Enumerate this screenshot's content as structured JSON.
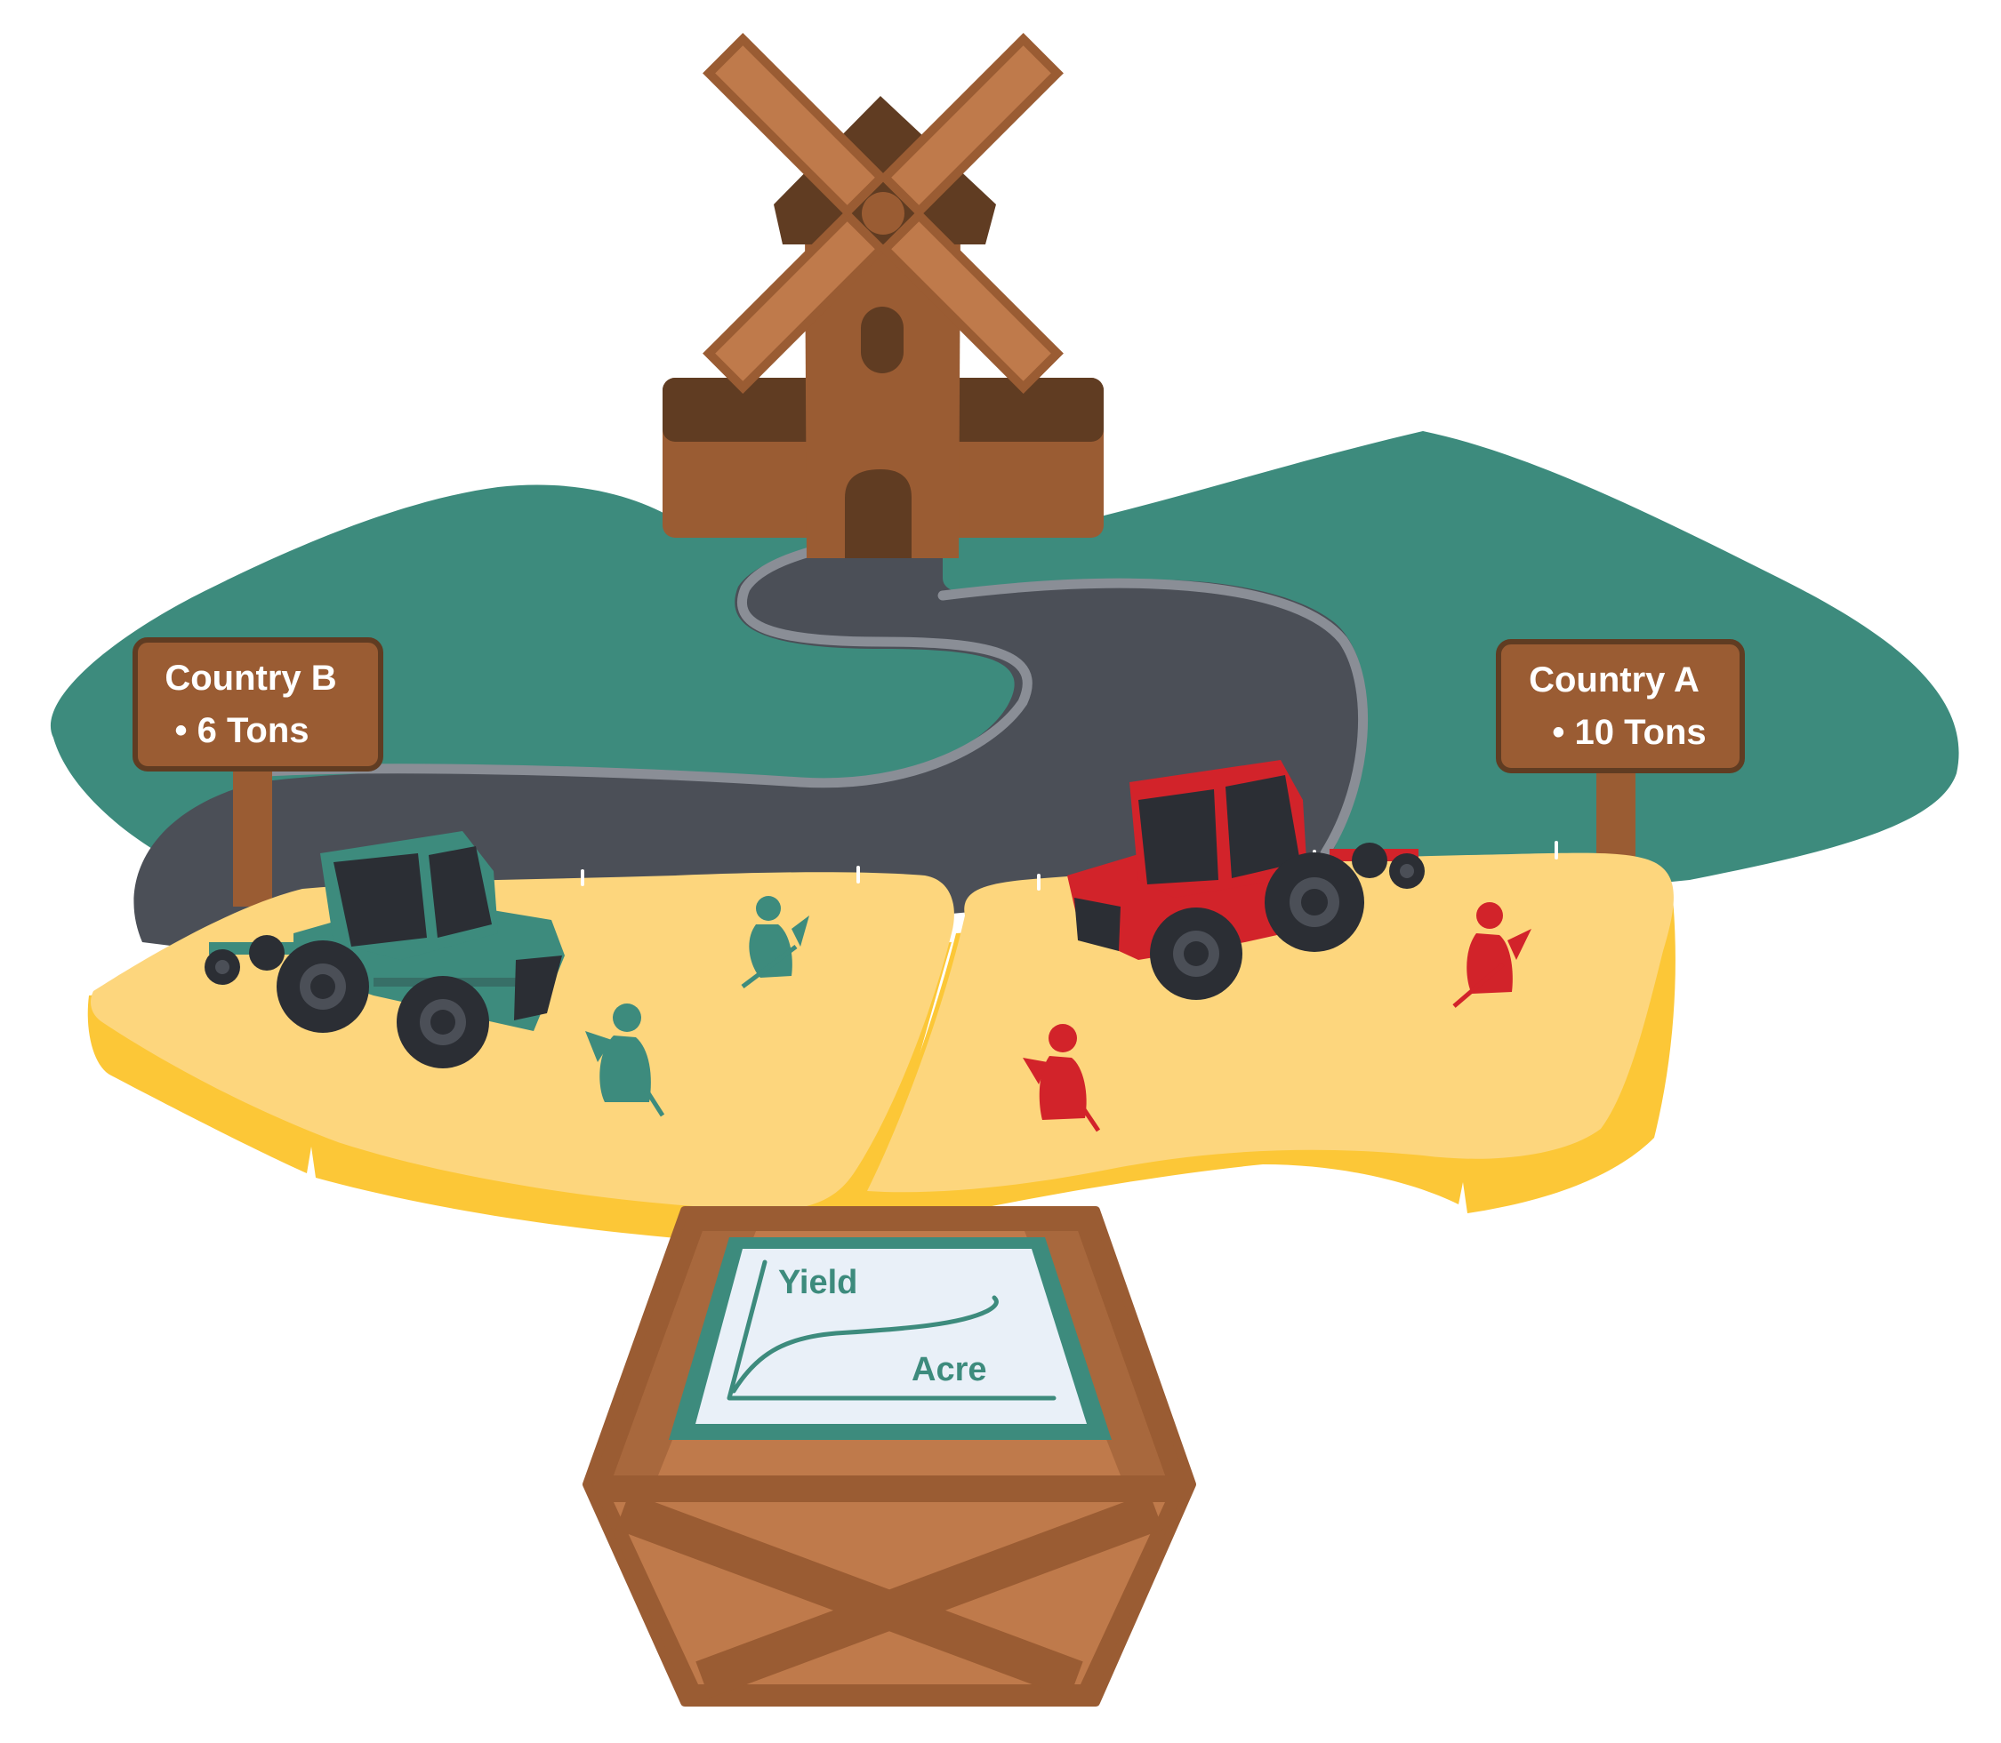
{
  "signs": {
    "left": {
      "title": "Country B",
      "value": "• 6 Tons"
    },
    "right": {
      "title": "Country A",
      "value": "• 10 Tons"
    }
  },
  "chart_board": {
    "y_label": "Yield",
    "x_label": "Acre"
  },
  "colors": {
    "hill": "#3d8b7d",
    "road": "#4b4f57",
    "road_edge": "#8a8e96",
    "field": "#fdd67d",
    "field_edge": "#fcc737",
    "wood": "#9a5c33",
    "wood_light": "#bf7a4b",
    "wood_dark": "#603c22",
    "teal": "#3d8b7d",
    "red": "#d2232a",
    "tire": "#2b2e34",
    "paper": "#e9f0f8"
  }
}
